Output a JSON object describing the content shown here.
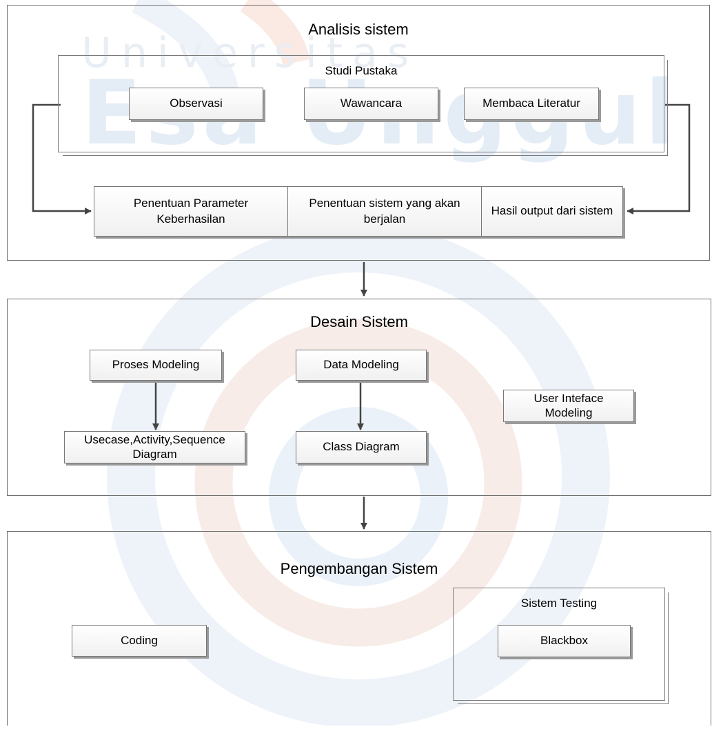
{
  "watermark": {
    "line1": "Universitas",
    "line2": "Esa Unggul"
  },
  "colors": {
    "watermark_blue": "#e3edf6",
    "watermark_orange": "#f8e0d8",
    "stroke": "#444444"
  },
  "analisis": {
    "title": "Analisis sistem",
    "studi": {
      "title": "Studi Pustaka",
      "items": [
        "Observasi",
        "Wawancara",
        "Membaca Literatur"
      ]
    },
    "results": [
      "Penentuan Parameter Keberhasilan",
      "Penentuan sistem yang akan berjalan",
      "Hasil output dari sistem"
    ]
  },
  "desain": {
    "title": "Desain Sistem",
    "proses": "Proses Modeling",
    "usecase": "Usecase,Activity,Sequence Diagram",
    "data": "Data Modeling",
    "class": "Class Diagram",
    "ui": "User Inteface Modeling"
  },
  "pengembangan": {
    "title": "Pengembangan Sistem",
    "coding": "Coding",
    "testing": {
      "title": "Sistem Testing",
      "blackbox": "Blackbox"
    }
  }
}
